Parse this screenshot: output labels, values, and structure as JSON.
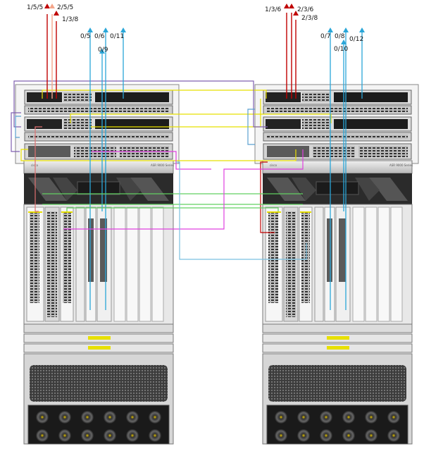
{
  "port_labels": {
    "l_red1": "1/5/5",
    "l_red2": "2/5/5",
    "l_red3": "1/3/8",
    "l_blue1": "0/5",
    "l_blue2": "0/6",
    "l_blue3": "0/9",
    "l_blue4": "0/11",
    "r_red1": "1/3/6",
    "r_red2": "2/3/6",
    "r_red3": "2/3/8",
    "r_blue1": "0/7",
    "r_blue2": "0/8",
    "r_blue3": "0/10",
    "r_blue4": "0/12"
  },
  "chassis": {
    "brand": "cisco",
    "model": "ASR 9000 Series"
  },
  "colors": {
    "red_link": "#c00000",
    "light_red_link": "#f4a58a",
    "blue_link": "#2aa6d8",
    "yellow_link": "#e8e000",
    "purple_link": "#8060b0",
    "magenta_link": "#e040e0",
    "green_link": "#60d060",
    "chassis_dark": "#2c2c2c",
    "chassis_light": "#e6e6e6"
  }
}
